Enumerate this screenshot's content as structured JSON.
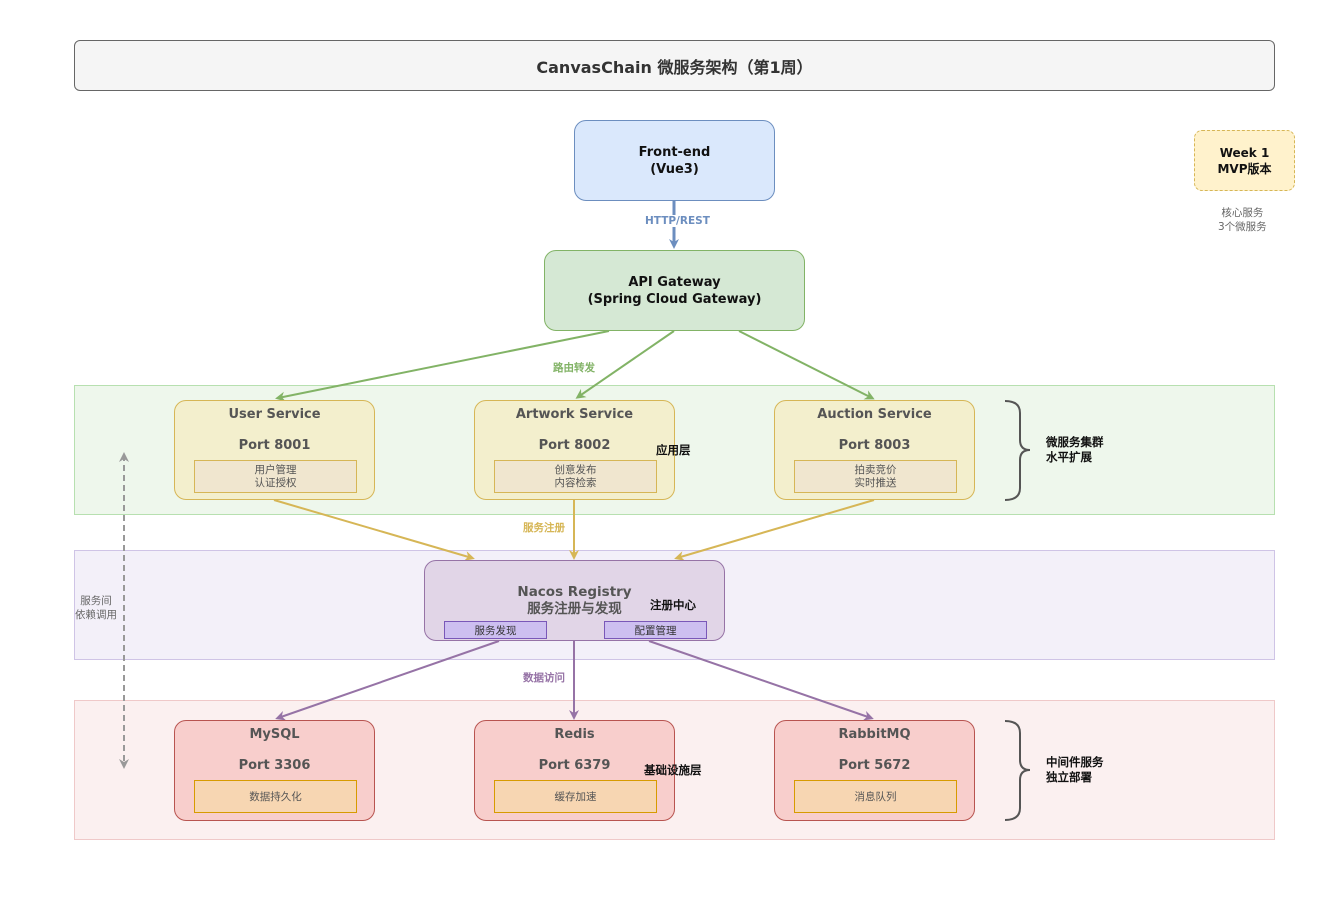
{
  "title": "CanvasChain 微服务架构（第1周）",
  "frontend": {
    "line1": "Front-end",
    "line2": "(Vue3)"
  },
  "gateway": {
    "line1": "API Gateway",
    "line2": "(Spring Cloud Gateway)"
  },
  "week_badge": {
    "line1": "Week 1",
    "line2": "MVP版本"
  },
  "week_note": {
    "line1": "核心服务",
    "line2": "3个微服务"
  },
  "edges": {
    "http_rest": "HTTP/REST",
    "route_forward": "路由转发",
    "service_register": "服务注册",
    "data_access": "数据访问"
  },
  "layers": {
    "app": "应用层",
    "registry": "注册中心",
    "infra": "基础设施层"
  },
  "services": [
    {
      "name": "User Service",
      "port": "Port 8001",
      "desc1": "用户管理",
      "desc2": "认证授权"
    },
    {
      "name": "Artwork Service",
      "port": "Port 8002",
      "desc1": "创意发布",
      "desc2": "内容检索"
    },
    {
      "name": "Auction Service",
      "port": "Port 8003",
      "desc1": "拍卖竞价",
      "desc2": "实时推送"
    }
  ],
  "nacos": {
    "line1": "Nacos Registry",
    "line2": "服务注册与发现",
    "pill1": "服务发现",
    "pill2": "配置管理"
  },
  "infra": [
    {
      "name": "MySQL",
      "port": "Port 3306",
      "desc": "数据持久化"
    },
    {
      "name": "Redis",
      "port": "Port 6379",
      "desc": "缓存加速"
    },
    {
      "name": "RabbitMQ",
      "port": "Port 5672",
      "desc": "消息队列"
    }
  ],
  "brace_app": {
    "line1": "微服务集群",
    "line2": "水平扩展"
  },
  "brace_infra": {
    "line1": "中间件服务",
    "line2": "独立部署"
  },
  "dependency_note": {
    "line1": "服务间",
    "line2": "依赖调用"
  },
  "colors": {
    "frontend_arrow": "#6c8ebf",
    "gateway_arrow": "#82b366",
    "service_arrow": "#d6b656",
    "nacos_arrow": "#9673a6",
    "dashed": "#999999"
  }
}
